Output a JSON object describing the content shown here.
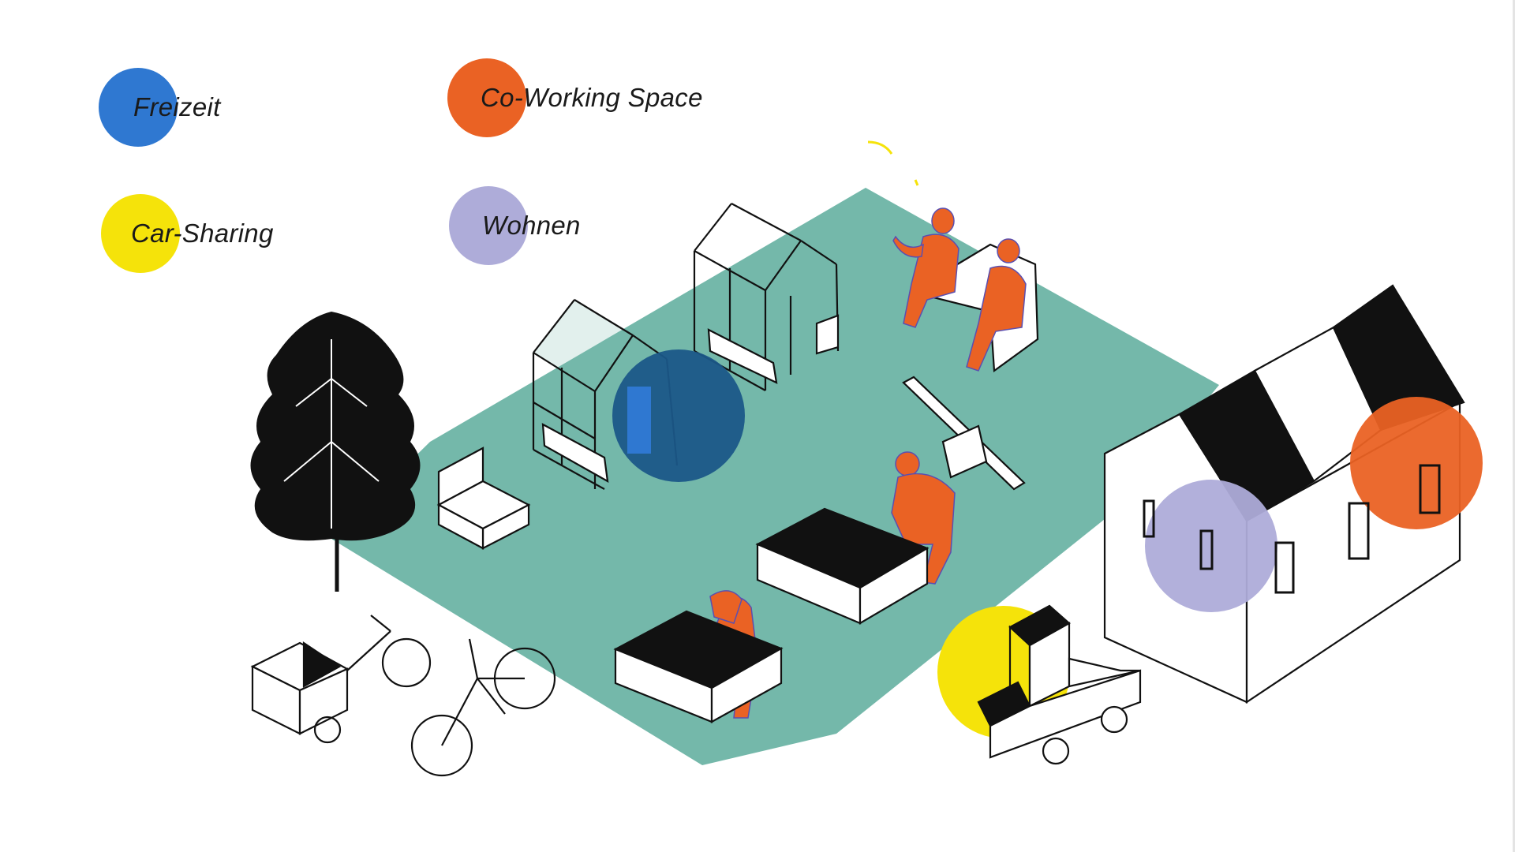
{
  "legend": [
    {
      "label": "Freizeit",
      "color": "#2f78d1",
      "icon": "freizeit-dot"
    },
    {
      "label": "Co-Working Space",
      "color": "#ea6224",
      "icon": "coworking-dot"
    },
    {
      "label": "Car-Sharing",
      "color": "#f5e30a",
      "icon": "carsharing-dot"
    },
    {
      "label": "Wohnen",
      "color": "#aeacd9",
      "icon": "wohnen-dot"
    }
  ],
  "colors": {
    "ground": "#74b8aa",
    "people": "#ea6224",
    "people_accent": "#5b4fb0",
    "outline": "#111111",
    "freizeit_highlight": "#1b5788"
  }
}
